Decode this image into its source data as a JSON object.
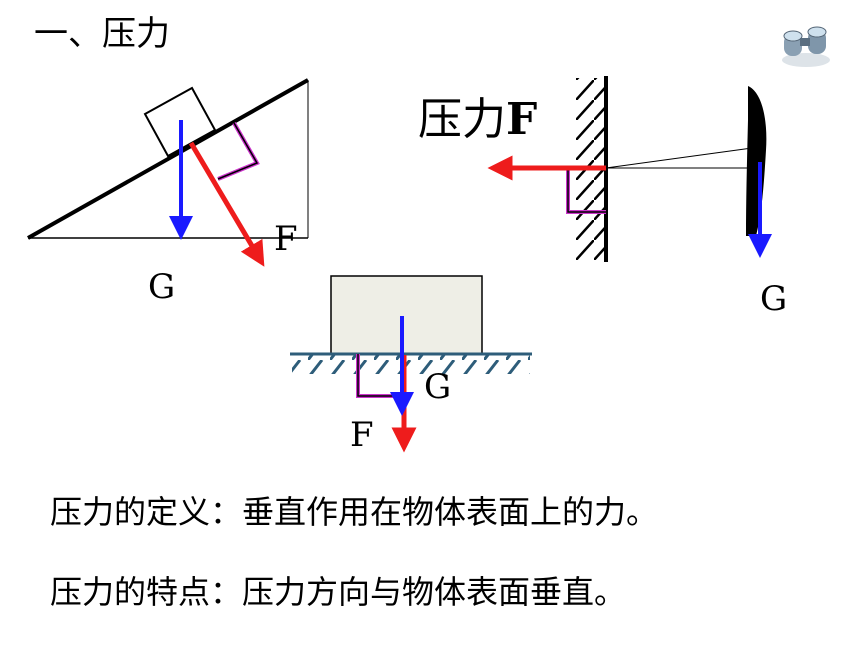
{
  "heading": "一、压力",
  "labels": {
    "incline_g": "G",
    "incline_f": "F",
    "wall_title_cn": "压力",
    "wall_title_f": "F",
    "hanging_g": "G",
    "floor_g": "G",
    "floor_f": "F"
  },
  "definition": "压力的定义：垂直作用在物体表面上的力。",
  "feature": "压力的特点：压力方向与物体表面垂直。",
  "colors": {
    "gravity_arrow": "#1a1aff",
    "force_arrow": "#ee1c1c",
    "right_angle_mark": "#cc33cc",
    "block_fill": "#eeeee6"
  },
  "icon": "binoculars-icon"
}
